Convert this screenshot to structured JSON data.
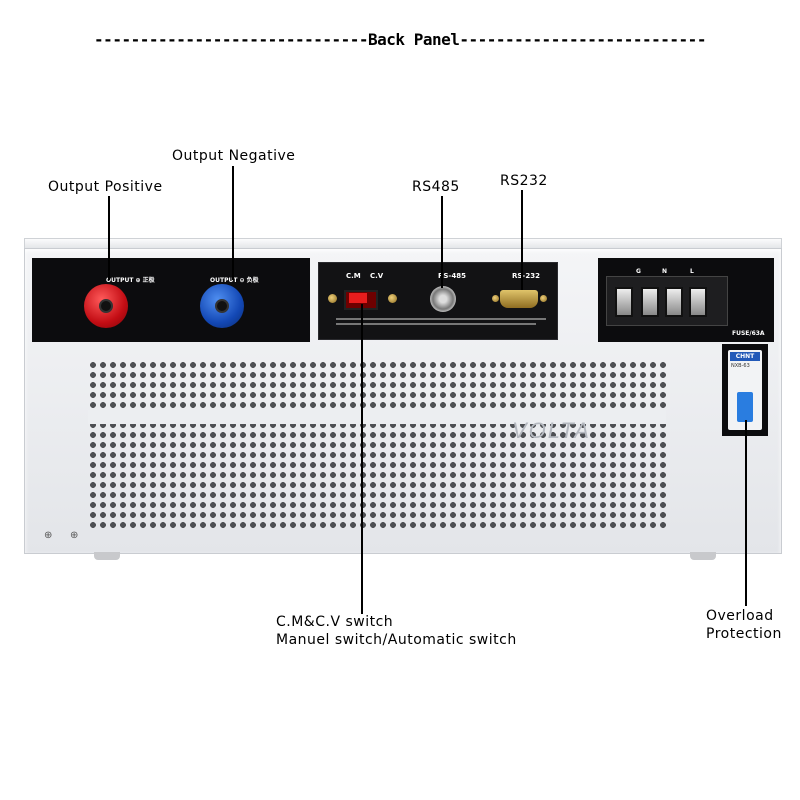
{
  "header": {
    "title": "------------------------------Back Panel---------------------------"
  },
  "callouts": {
    "output_positive": "Output Positive",
    "output_negative": "Output Negative",
    "rs485": "RS485",
    "rs232": "RS232",
    "switch_line1": "C.M&C.V switch",
    "switch_line2": "Manuel switch/Automatic switch",
    "overload_line1": "Overload",
    "overload_line2": "Protection"
  },
  "device": {
    "output_pos_label": "OUTPUT ⊕ 正极",
    "output_neg_label": "OUTPUT ⊖ 负极",
    "cm_label": "C.M",
    "cv_label": "C.V",
    "rs485_label": "RS-485",
    "rs232_label": "RS-232",
    "terminal_g": "G",
    "terminal_n": "N",
    "terminal_l": "L",
    "fuse_label": "FUSE/63A",
    "brand_watermark": "VOLTA",
    "breaker_brand": "CHNT",
    "breaker_model": "NXB-63"
  }
}
